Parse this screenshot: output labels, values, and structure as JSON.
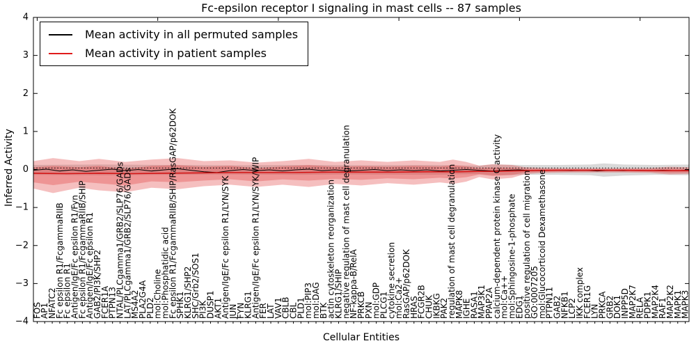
{
  "chart_data": {
    "type": "line",
    "title": "Fc-epsilon receptor I signaling in mast cells -- 87 samples",
    "xlabel": "Cellular Entities",
    "ylabel": "Inferred Activity",
    "n_samples": 87,
    "ylim": [
      -4,
      4
    ],
    "yticks": [
      4,
      3,
      2,
      1,
      0,
      -1,
      -2,
      -3,
      -4
    ],
    "grid": false,
    "legend_position": "upper left",
    "legend": [
      {
        "label": "Mean activity in all permuted samples",
        "color": "#000000"
      },
      {
        "label": "Mean activity in patient samples",
        "color": "#e01b1b"
      }
    ],
    "categories": [
      "FOS",
      "AP1",
      "NFATC2",
      "Fc epsilon R1/FcgammaRIIB",
      "Fc epsilon R1",
      "Antigen/IgE/Fc epsilon R1/Fyn",
      "Fc epsilon R1/FcgammaRIIB/SHIP",
      "Antigen/IgE/Fc epsilon R1",
      "GAB2/PI3K/SHP2",
      "FCER1A",
      "PTPN13",
      "NTAL/PLCgamma1/GRB2/SLP76/GADs",
      "LAT/PLCgamma1/GRB2/SLP76/GADs",
      "MS4A2",
      "PLA2G4A",
      "PLD2",
      "mol:Choline",
      "mol:Phosphatidic acid",
      "Fc epsilon R1/FcgammaRIIB/SHIP/RasGAP/p62DOK",
      "SPHK1",
      "KLRG1/SHP2",
      "SHC/Grb2/SOS1",
      "PI3K",
      "DUSP1",
      "AKT1",
      "Antigen/IgE/Fc epsilon R1/LYN/SYK",
      "JUN",
      "FYN",
      "KLRG1",
      "Antigen/IgE/Fc epsilon R1/LYN/SYK/WIP",
      "FER",
      "LAT",
      "VAV1",
      "CBLB",
      "CBL",
      "PLD1",
      "mol:PIP3",
      "mol:DAG",
      "BTK",
      "actin cytoskeleton reorganization",
      "KLRG1/SHIP",
      "negative regulation of mast cell degranulation",
      "NF-kappa-B/RelA",
      "PRKCB",
      "PXN",
      "mol:GDP",
      "PLCG1",
      "cytokine secretion",
      "mol:Ca2+",
      "RasGAP/p62DOK",
      "HRAS",
      "FCGR2B",
      "CHUK",
      "IKBKG",
      "PAK2",
      "regulation of mast cell degranulation",
      "MAPK8",
      "IGHE",
      "RASA1",
      "MAP3K1",
      "PPAP2A",
      "calcium-dependent protein kinase C activity",
      "mol:Ca++",
      "mol:Sphingosine-1-phosphate",
      "EDG1",
      "positive regulation of cell migration",
      "GO:0007205",
      "mol:Glucocorticoid Dexamethasone",
      "PTPN11",
      "GAB2",
      "NFKB1",
      "LCP2",
      "IKK complex",
      "FCER1G",
      "LYN",
      "PRKCA",
      "GRB2",
      "DOK1",
      "INPP5D",
      "MAP2K7",
      "RELA",
      "PDPK1",
      "MAP2K4",
      "RAF1",
      "MAP2K2",
      "MAPK1",
      "MAPK3"
    ],
    "series": [
      {
        "name": "Mean activity in all permuted samples",
        "color": "#000000",
        "style": "solid",
        "width": 1,
        "points": [
          [
            0,
            -0.02
          ],
          [
            0.02,
            0.01
          ],
          [
            0.04,
            -0.04
          ],
          [
            0.06,
            -0.01
          ],
          [
            0.08,
            -0.05
          ],
          [
            0.1,
            -0.02
          ],
          [
            0.12,
            0.01
          ],
          [
            0.14,
            -0.03
          ],
          [
            0.16,
            0
          ],
          [
            0.18,
            -0.04
          ],
          [
            0.2,
            -0.01
          ],
          [
            0.22,
            0.02
          ],
          [
            0.24,
            -0.02
          ],
          [
            0.26,
            -0.06
          ],
          [
            0.28,
            -0.08
          ],
          [
            0.3,
            -0.03
          ],
          [
            0.32,
            0
          ],
          [
            0.34,
            -0.03
          ],
          [
            0.36,
            -0.01
          ],
          [
            0.38,
            -0.04
          ],
          [
            0.4,
            -0.01
          ],
          [
            0.42,
            0.01
          ],
          [
            0.44,
            -0.03
          ],
          [
            0.46,
            -0.01
          ],
          [
            0.48,
            -0.04
          ],
          [
            0.5,
            -0.02
          ],
          [
            0.52,
            0
          ],
          [
            0.54,
            -0.03
          ],
          [
            0.56,
            -0.01
          ],
          [
            0.58,
            -0.03
          ],
          [
            0.6,
            -0.01
          ],
          [
            0.62,
            -0.04
          ],
          [
            0.64,
            -0.02
          ],
          [
            0.66,
            0
          ],
          [
            0.68,
            -0.02
          ],
          [
            0.7,
            -0.04
          ],
          [
            0.72,
            -0.02
          ],
          [
            0.74,
            -0.01
          ],
          [
            0.76,
            -0.03
          ],
          [
            0.78,
            -0.02
          ],
          [
            0.8,
            -0.02
          ],
          [
            0.82,
            -0.03
          ],
          [
            0.84,
            -0.02
          ],
          [
            0.86,
            -0.04
          ],
          [
            0.88,
            -0.02
          ],
          [
            0.9,
            -0.03
          ],
          [
            0.92,
            -0.02
          ],
          [
            0.94,
            -0.03
          ],
          [
            0.96,
            -0.02
          ],
          [
            0.98,
            -0.03
          ],
          [
            1,
            -0.02
          ]
        ]
      },
      {
        "name": "Permuted baseline (dotted)",
        "color": "#000000",
        "style": "dotted",
        "width": 1,
        "points": [
          [
            0,
            0.04
          ],
          [
            1,
            0.04
          ]
        ]
      },
      {
        "name": "Mean activity in patient samples",
        "color": "#d41414",
        "style": "solid",
        "width": 1.6,
        "points": [
          [
            0,
            -0.1
          ],
          [
            0.05,
            -0.11
          ],
          [
            0.1,
            -0.1
          ],
          [
            0.15,
            -0.11
          ],
          [
            0.2,
            -0.1
          ],
          [
            0.25,
            -0.09
          ],
          [
            0.3,
            -0.08
          ],
          [
            0.35,
            -0.08
          ],
          [
            0.4,
            -0.08
          ],
          [
            0.45,
            -0.07
          ],
          [
            0.5,
            -0.07
          ],
          [
            0.55,
            -0.07
          ],
          [
            0.6,
            -0.06
          ],
          [
            0.65,
            -0.06
          ],
          [
            0.68,
            -0.05
          ],
          [
            0.7,
            -0.05
          ],
          [
            0.75,
            -0.03
          ],
          [
            0.8,
            -0.02
          ],
          [
            0.85,
            -0.02
          ],
          [
            0.9,
            -0.02
          ],
          [
            0.95,
            -0.03
          ],
          [
            1,
            -0.03
          ]
        ]
      }
    ],
    "bands": [
      {
        "name": "permuted-std-band",
        "color": "rgba(130,130,130,0.30)",
        "x": [
          0,
          0.1,
          0.2,
          0.3,
          0.4,
          0.5,
          0.6,
          0.68,
          0.7,
          0.75,
          0.8,
          0.85,
          0.87,
          0.9,
          0.95,
          1
        ],
        "upper": [
          0.12,
          0.13,
          0.12,
          0.11,
          0.12,
          0.11,
          0.12,
          0.1,
          0.13,
          0.12,
          0.12,
          0.13,
          0.16,
          0.13,
          0.12,
          0.13
        ],
        "lower": [
          -0.14,
          -0.15,
          -0.14,
          -0.13,
          -0.14,
          -0.13,
          -0.14,
          -0.12,
          -0.15,
          -0.14,
          -0.14,
          -0.15,
          -0.19,
          -0.16,
          -0.14,
          -0.15
        ]
      },
      {
        "name": "patient-std-band",
        "color": "rgba(225,60,60,0.33)",
        "inner_scale": 0.55,
        "x": [
          0,
          0.03,
          0.07,
          0.1,
          0.14,
          0.18,
          0.22,
          0.26,
          0.3,
          0.34,
          0.38,
          0.42,
          0.46,
          0.5,
          0.54,
          0.58,
          0.62,
          0.64,
          0.66,
          0.68,
          0.7,
          0.73,
          0.75,
          0.78,
          0.82,
          0.86,
          0.9,
          0.94,
          0.97,
          1
        ],
        "upper": [
          0.22,
          0.3,
          0.22,
          0.28,
          0.2,
          0.26,
          0.3,
          0.22,
          0.24,
          0.18,
          0.22,
          0.28,
          0.2,
          0.24,
          0.2,
          0.24,
          0.2,
          0.26,
          0.2,
          0.1,
          0.14,
          0.12,
          0.06,
          0.04,
          0.03,
          0.03,
          0.03,
          0.04,
          0.07,
          0.06
        ],
        "lower": [
          -0.5,
          -0.62,
          -0.48,
          -0.55,
          -0.6,
          -0.48,
          -0.52,
          -0.44,
          -0.4,
          -0.46,
          -0.4,
          -0.46,
          -0.38,
          -0.42,
          -0.36,
          -0.4,
          -0.34,
          -0.38,
          -0.32,
          -0.2,
          -0.26,
          -0.22,
          -0.12,
          -0.09,
          -0.08,
          -0.08,
          -0.08,
          -0.09,
          -0.13,
          -0.12
        ]
      }
    ],
    "top_tick_indices": [
      0,
      16,
      32,
      48,
      64,
      80
    ]
  }
}
